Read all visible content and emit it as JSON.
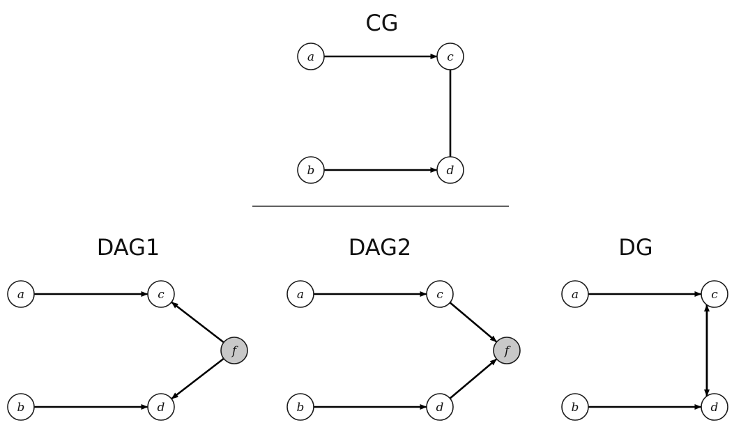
{
  "diagrams": [
    {
      "title": "CG",
      "nodes": [
        {
          "id": "a",
          "label": "a",
          "shaded": false
        },
        {
          "id": "c",
          "label": "c",
          "shaded": false
        },
        {
          "id": "b",
          "label": "b",
          "shaded": false
        },
        {
          "id": "d",
          "label": "d",
          "shaded": false
        }
      ],
      "edges": [
        {
          "from": "a",
          "to": "c",
          "directed": true
        },
        {
          "from": "b",
          "to": "d",
          "directed": true
        },
        {
          "from": "c",
          "to": "d",
          "directed": false
        }
      ]
    },
    {
      "title": "DAG1",
      "nodes": [
        {
          "id": "a",
          "label": "a",
          "shaded": false
        },
        {
          "id": "c",
          "label": "c",
          "shaded": false
        },
        {
          "id": "f",
          "label": "f",
          "shaded": true
        },
        {
          "id": "b",
          "label": "b",
          "shaded": false
        },
        {
          "id": "d",
          "label": "d",
          "shaded": false
        }
      ],
      "edges": [
        {
          "from": "a",
          "to": "c",
          "directed": true
        },
        {
          "from": "b",
          "to": "d",
          "directed": true
        },
        {
          "from": "f",
          "to": "c",
          "directed": true
        },
        {
          "from": "f",
          "to": "d",
          "directed": true
        }
      ]
    },
    {
      "title": "DAG2",
      "nodes": [
        {
          "id": "a",
          "label": "a",
          "shaded": false
        },
        {
          "id": "c",
          "label": "c",
          "shaded": false
        },
        {
          "id": "f",
          "label": "f",
          "shaded": true
        },
        {
          "id": "b",
          "label": "b",
          "shaded": false
        },
        {
          "id": "d",
          "label": "d",
          "shaded": false
        }
      ],
      "edges": [
        {
          "from": "a",
          "to": "c",
          "directed": true
        },
        {
          "from": "b",
          "to": "d",
          "directed": true
        },
        {
          "from": "c",
          "to": "f",
          "directed": true
        },
        {
          "from": "d",
          "to": "f",
          "directed": true
        }
      ]
    },
    {
      "title": "DG",
      "nodes": [
        {
          "id": "a",
          "label": "a",
          "shaded": false
        },
        {
          "id": "c",
          "label": "c",
          "shaded": false
        },
        {
          "id": "b",
          "label": "b",
          "shaded": false
        },
        {
          "id": "d",
          "label": "d",
          "shaded": false
        }
      ],
      "edges": [
        {
          "from": "a",
          "to": "c",
          "directed": true
        },
        {
          "from": "b",
          "to": "d",
          "directed": true
        },
        {
          "from": "c",
          "to": "d",
          "directed": true
        },
        {
          "from": "d",
          "to": "c",
          "directed": true
        }
      ]
    }
  ]
}
